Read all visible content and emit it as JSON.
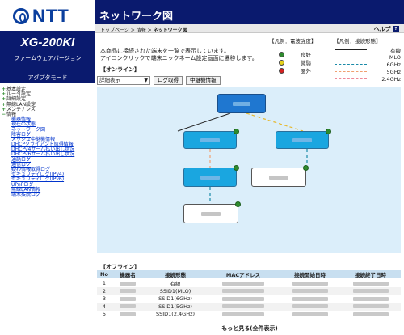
{
  "sidebar": {
    "logo": "NTT",
    "model": "XG-200KI",
    "firmware_label": "ファームウェアバージョン",
    "mode_label": "アダプタモード",
    "menu": [
      {
        "label": "基本設定",
        "toggle": "+",
        "sub": false,
        "active": false
      },
      {
        "label": "ルータ設定",
        "toggle": "+",
        "sub": false,
        "active": false
      },
      {
        "label": "詳細設定",
        "toggle": "+",
        "sub": false,
        "active": false
      },
      {
        "label": "無線LAN設定",
        "toggle": "+",
        "sub": false,
        "active": false
      },
      {
        "label": "メンテナンス",
        "toggle": "+",
        "sub": false,
        "active": false
      },
      {
        "label": "情報",
        "toggle": "−",
        "sub": false,
        "active": false
      },
      {
        "label": "機器情報",
        "sub": true,
        "active": false
      },
      {
        "label": "現在の状態",
        "sub": true,
        "active": false
      },
      {
        "label": "ネットワーク図",
        "sub": true,
        "active": true
      },
      {
        "label": "障害ログ",
        "sub": true,
        "active": false
      },
      {
        "label": "メッシュ中継機情報",
        "sub": true,
        "active": false
      },
      {
        "label": "DHCPクライアント取得情報",
        "sub": true,
        "active": false
      },
      {
        "label": "DHCPv4サーバ払い出し状況",
        "sub": true,
        "active": false
      },
      {
        "label": "DHCPv6サーバ払い出し状況",
        "sub": true,
        "active": false
      },
      {
        "label": "通話ログ",
        "sub": true,
        "active": false
      },
      {
        "label": "通信ログ",
        "sub": true,
        "active": false
      },
      {
        "label": "疑わ情報取得ログ",
        "sub": true,
        "active": false
      },
      {
        "label": "セキュリティログ(IPv4)",
        "sub": true,
        "active": false
      },
      {
        "label": "セキュリティログ(IPv6)",
        "sub": true,
        "active": false
      },
      {
        "label": "UPnPログ",
        "sub": true,
        "active": false
      },
      {
        "label": "無線LAN情報",
        "sub": true,
        "active": false
      },
      {
        "label": "端末接続ログ",
        "sub": true,
        "active": false
      }
    ]
  },
  "header": {
    "title": "ネットワーク図",
    "breadcrumb": [
      "トップページ",
      "情報",
      "ネットワーク図"
    ],
    "breadcrumb_sep": " > ",
    "help_label": "ヘルプ",
    "help_btn": "?"
  },
  "intro": {
    "line1": "本商品に接続された端末を一覧で表示しています。",
    "line2": "アイコンクリックで端末ニックネーム設定画面に遷移します。"
  },
  "legend_status": {
    "title": "【凡例：電波強度】",
    "items": [
      {
        "label": "良好",
        "color": "#2e8b2e"
      },
      {
        "label": "微弱",
        "color": "#e6d21a"
      },
      {
        "label": "圏外",
        "color": "#d62020"
      }
    ]
  },
  "legend_conn": {
    "title": "【凡例：接続形態】",
    "items": [
      {
        "label": "有線",
        "color": "#222222",
        "style": "solid"
      },
      {
        "label": "MLO",
        "color": "#e6b82e",
        "style": "dashed"
      },
      {
        "label": "6GHz",
        "color": "#1a8aa8",
        "style": "dashed"
      },
      {
        "label": "5GHz",
        "color": "#f0a070",
        "style": "dashed"
      },
      {
        "label": "2.4GHz",
        "color": "#ee8899",
        "style": "dashed"
      }
    ]
  },
  "online": {
    "title": "【オンライン】",
    "select_value": "詳細表示",
    "btn_log": "ログ取得",
    "btn_relay": "中継機情報"
  },
  "offline": {
    "title": "【オフライン】",
    "columns": [
      "No",
      "機器名",
      "接続形態",
      "MACアドレス",
      "接続開始日時",
      "接続終了日時"
    ],
    "rows": [
      {
        "no": "1",
        "conn": "有線"
      },
      {
        "no": "2",
        "conn": "SSID1(MLO)"
      },
      {
        "no": "3",
        "conn": "SSID1(6GHz)"
      },
      {
        "no": "4",
        "conn": "SSID1(5GHz)"
      },
      {
        "no": "5",
        "conn": "SSID1(2.4GHz)"
      }
    ],
    "more": "もっと見る(全件表示)"
  }
}
